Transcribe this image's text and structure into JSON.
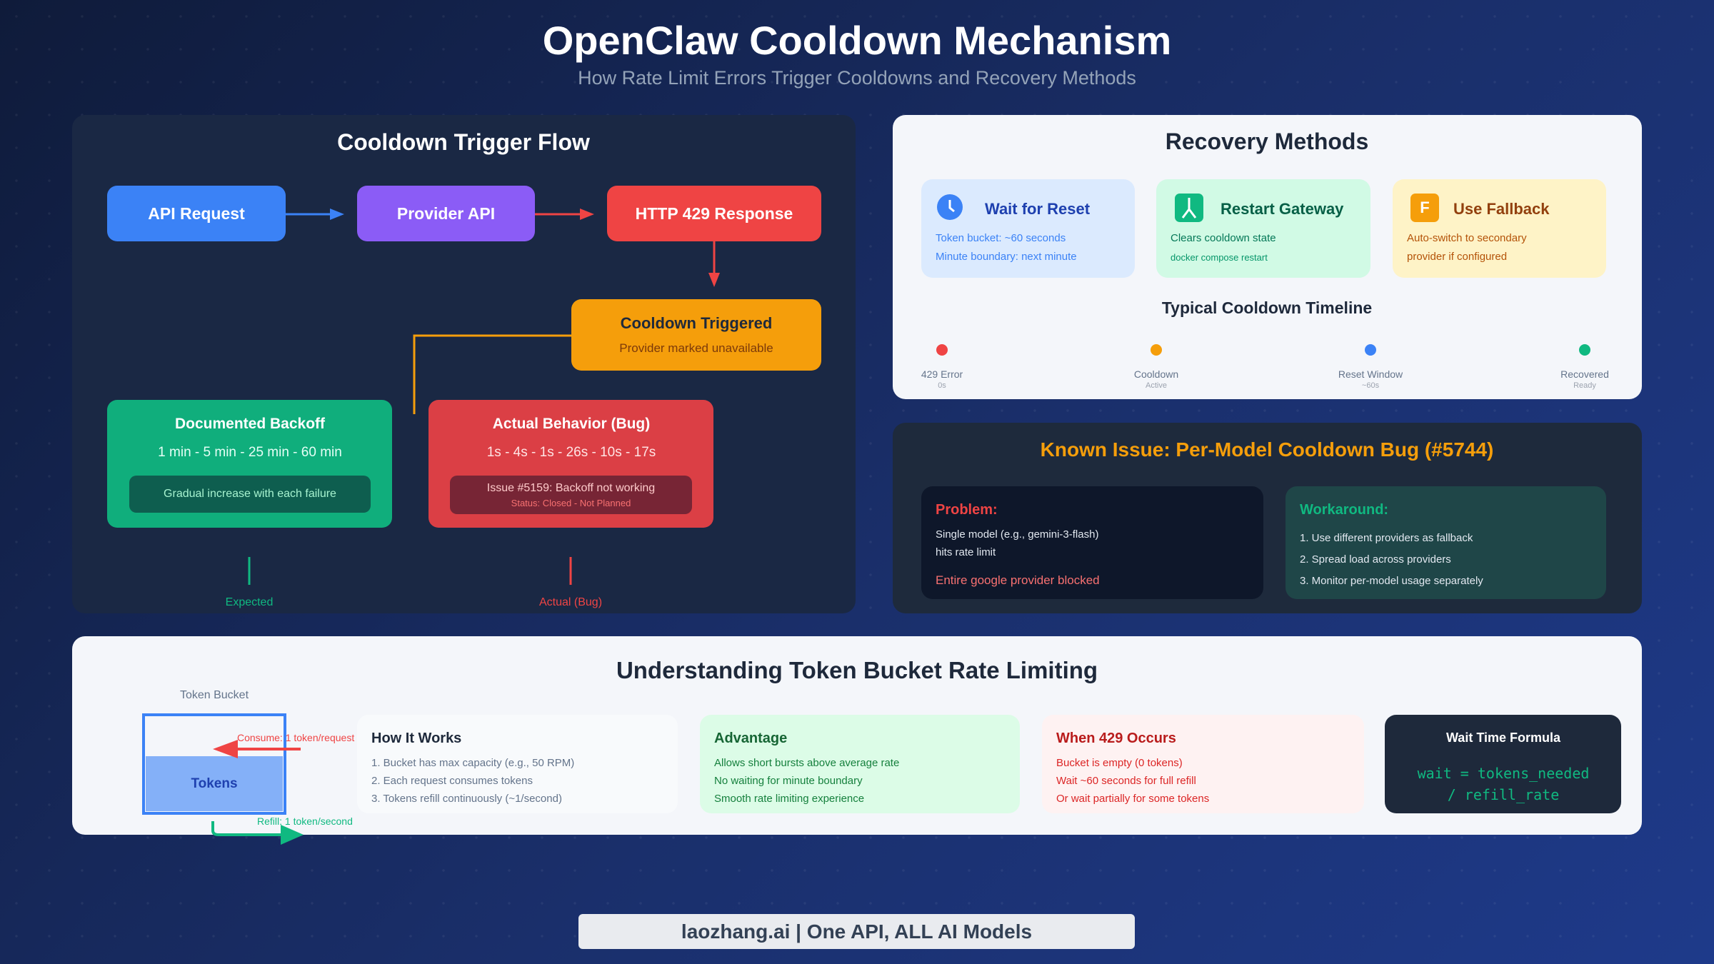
{
  "header": {
    "title": "OpenClaw Cooldown Mechanism",
    "subtitle": "How Rate Limit Errors Trigger Cooldowns and Recovery Methods"
  },
  "flow": {
    "title": "Cooldown Trigger Flow",
    "api_request": "API Request",
    "provider_api": "Provider API",
    "http429": "HTTP 429 Response",
    "cooldown": {
      "title": "Cooldown Triggered",
      "subtitle": "Provider marked unavailable"
    },
    "documented": {
      "title": "Documented Backoff",
      "sequence": "1 min - 5 min - 25 min - 60 min",
      "note": "Gradual increase with each failure"
    },
    "actual": {
      "title": "Actual Behavior (Bug)",
      "sequence": "1s - 4s - 1s - 26s - 10s - 17s",
      "issue": "Issue #5159: Backoff not working",
      "status": "Status: Closed - Not Planned"
    },
    "expected_label": "Expected",
    "actual_label": "Actual (Bug)"
  },
  "recovery": {
    "title": "Recovery Methods",
    "methods": [
      {
        "icon": "clock-icon",
        "title": "Wait for Reset",
        "lines": [
          "Token bucket: ~60 seconds",
          "Minute boundary: next minute"
        ]
      },
      {
        "icon": "restart-icon",
        "title": "Restart Gateway",
        "lines": [
          "Clears cooldown state",
          "docker compose restart"
        ]
      },
      {
        "icon": "fallback-icon",
        "icon_text": "F",
        "title": "Use Fallback",
        "lines": [
          "Auto-switch to secondary",
          "provider if configured"
        ]
      }
    ],
    "timeline": {
      "title": "Typical Cooldown Timeline",
      "points": [
        {
          "label": "429 Error",
          "sub": "0s",
          "color": "#ef4444"
        },
        {
          "label": "Cooldown",
          "sub": "Active",
          "color": "#f59e0b"
        },
        {
          "label": "Reset Window",
          "sub": "~60s",
          "color": "#3b82f6"
        },
        {
          "label": "Recovered",
          "sub": "Ready",
          "color": "#10b981"
        }
      ]
    }
  },
  "issue": {
    "title": "Known Issue: Per-Model Cooldown Bug (#5744)",
    "problem": {
      "heading": "Problem:",
      "lines": [
        "Single model (e.g., gemini-3-flash)",
        "hits rate limit"
      ],
      "impact": "Entire google provider blocked"
    },
    "workaround": {
      "heading": "Workaround:",
      "items": [
        "1. Use different providers as fallback",
        "2. Spread load across providers",
        "3. Monitor per-model usage separately"
      ]
    }
  },
  "bucket": {
    "title": "Understanding Token Bucket Rate Limiting",
    "label": "Token Bucket",
    "tokens": "Tokens",
    "consume": "Consume: 1 token/request",
    "refill": "Refill: 1 token/second",
    "cards": [
      {
        "title": "How It Works",
        "lines": [
          "1. Bucket has max capacity (e.g., 50 RPM)",
          "2. Each request consumes tokens",
          "3. Tokens refill continuously (~1/second)"
        ]
      },
      {
        "title": "Advantage",
        "lines": [
          "Allows short bursts above average rate",
          "No waiting for minute boundary",
          "Smooth rate limiting experience"
        ]
      },
      {
        "title": "When 429 Occurs",
        "lines": [
          "Bucket is empty (0 tokens)",
          "Wait ~60 seconds for full refill",
          "Or wait partially for some tokens"
        ]
      }
    ],
    "formula": {
      "title": "Wait Time Formula",
      "line1": "wait = tokens_needed",
      "line2": "/ refill_rate"
    }
  },
  "footer": {
    "text": "laozhang.ai | One API, ALL AI Models"
  }
}
